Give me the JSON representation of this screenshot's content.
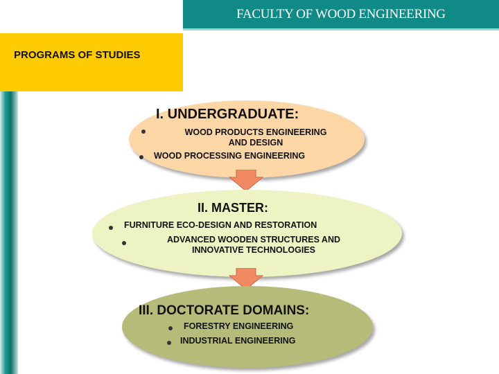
{
  "header": {
    "faculty_title": "FACULTY OF WOOD ENGINEERING",
    "programs_title": "PROGRAMS OF STUDIES"
  },
  "colors": {
    "header_teal": "#0f8a86",
    "accent_yellow": "#fecb00",
    "undergraduate_fill": "#fcd6a4",
    "master_fill": "#eef3c3",
    "doctorate_fill": "#b5bc7a",
    "arrow": "#f08a63"
  },
  "levels": {
    "undergraduate": {
      "heading": "I. UNDERGRADUATE:",
      "items": [
        "WOOD PRODUCTS ENGINEERING\nAND DESIGN",
        "WOOD PROCESSING ENGINEERING"
      ]
    },
    "master": {
      "heading": "II. MASTER:",
      "items": [
        "FURNITURE ECO-DESIGN AND RESTORATION",
        "ADVANCED WOODEN STRUCTURES AND\nINNOVATIVE TECHNOLOGIES"
      ]
    },
    "doctorate": {
      "heading": "III. DOCTORATE DOMAINS:",
      "items": [
        "FORESTRY ENGINEERING",
        "INDUSTRIAL ENGINEERING"
      ]
    }
  }
}
